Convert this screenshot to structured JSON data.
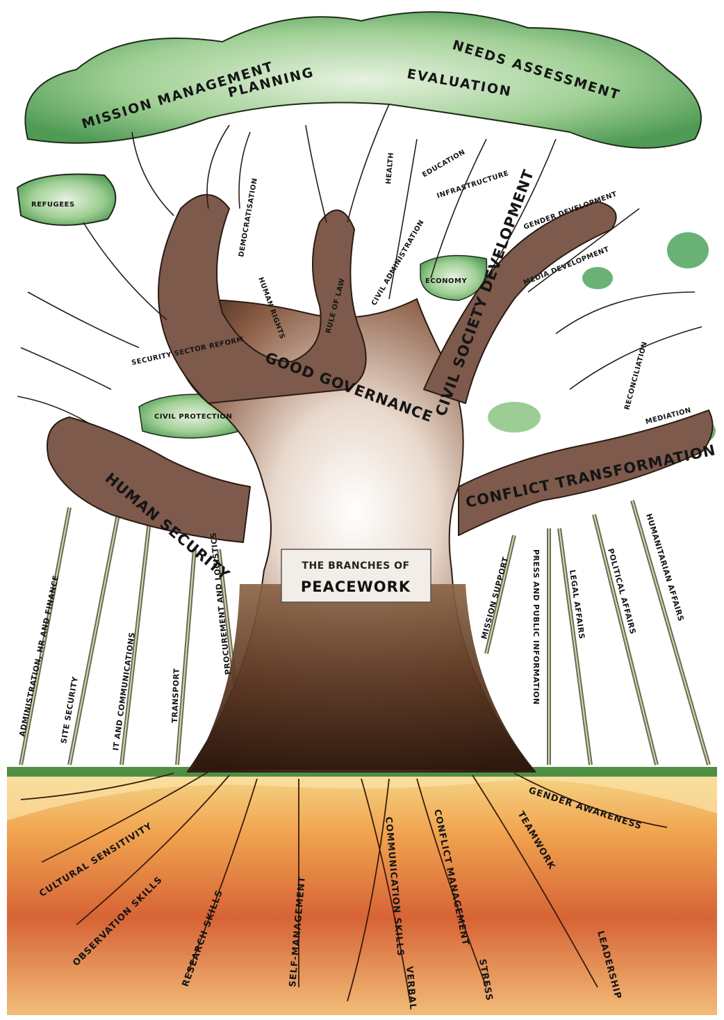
{
  "plaque": {
    "line1": "THE BRANCHES OF",
    "line2": "PEACEWORK"
  },
  "canopy_labels": {
    "mission_management": "MISSION MANAGEMENT",
    "planning": "PLANNING",
    "evaluation": "EVALUATION",
    "needs_assessment": "NEEDS ASSESSMENT"
  },
  "major_branches": {
    "human_security": "HUMAN SECURITY",
    "good_governance": "GOOD GOVERNANCE",
    "civil_society_development": "CIVIL SOCIETY DEVELOPMENT",
    "conflict_transformation": "CONFLICT TRANSFORMATION"
  },
  "sub_branches": {
    "refugees": "REFUGEES",
    "security_sector_reform": "SECURITY SECTOR REFORM",
    "civil_protection": "CIVIL PROTECTION",
    "democratisation": "DEMOCRATISATION",
    "human_rights": "HUMAN RIGHTS",
    "rule_of_law": "RULE OF LAW",
    "civil_administration": "CIVIL ADMINISTRATION",
    "health": "HEALTH",
    "education": "EDUCATION",
    "infrastructure": "INFRASTRUCTURE",
    "economy": "ECONOMY",
    "gender_development": "GENDER DEVELOPMENT",
    "media_development": "MEDIA DEVELOPMENT",
    "reconciliation": "RECONCILIATION",
    "mediation": "MEDIATION"
  },
  "support_pillars": {
    "administration": "ADMINISTRATION, HR AND FINANCE",
    "site_security": "SITE SECURITY",
    "it_communications": "IT AND COMMUNICATIONS",
    "transport": "TRANSPORT",
    "procurement": "PROCUREMENT AND LOGISTICS",
    "mission_support": "MISSION SUPPORT",
    "press": "PRESS AND PUBLIC INFORMATION",
    "legal": "LEGAL AFFAIRS",
    "political": "POLITICAL AFFAIRS",
    "humanitarian": "HUMANITARIAN AFFAIRS"
  },
  "roots": {
    "cultural_sensitivity": "CULTURAL SENSITIVITY",
    "observation_skills": "OBSERVATION SKILLS",
    "research_skills": "RESEARCH SKILLS",
    "self_management": "SELF-MANAGEMENT",
    "communication_skills": "COMMUNICATION SKILLS",
    "conflict_management": "CONFLICT MANAGEMENT",
    "teamwork": "TEAMWORK",
    "gender_awareness": "GENDER AWARENESS",
    "leadership": "LEADERSHIP",
    "stress": "STRESS",
    "verbal": "VERBAL"
  },
  "colors": {
    "foliage": "#5aa867",
    "bark": "#7d5a4b",
    "trunk_dark": "#3b2416",
    "roots": "#d2521f",
    "ground": "#4f8f43",
    "pillar": "#d8d6b0"
  }
}
